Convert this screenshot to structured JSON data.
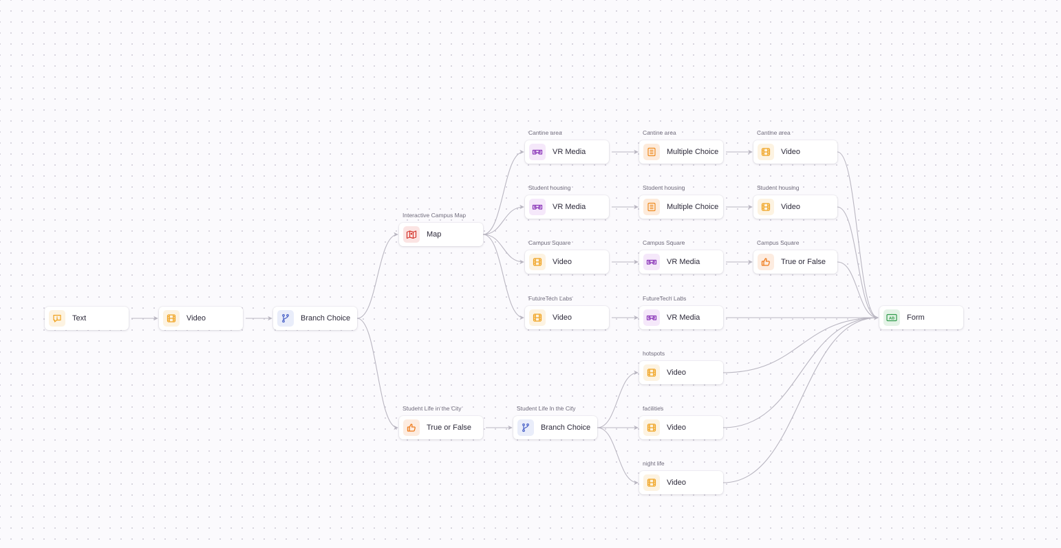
{
  "colors": {
    "video": "#f0a21e",
    "text": "#f0a21e",
    "vr": "#8a35b8",
    "branch": "#4a62c8",
    "map": "#d4332b",
    "truefalse": "#ee7a1a",
    "multiple": "#ee8a1e",
    "form": "#2e9a4a",
    "edge": "#b9b6c1"
  },
  "nodes": [
    {
      "id": "n-text",
      "title": "",
      "label": "Text",
      "icon": "chat-bubble-icon"
    },
    {
      "id": "n-video1",
      "title": "",
      "label": "Video",
      "icon": "film-icon"
    },
    {
      "id": "n-branch1",
      "title": "",
      "label": "Branch Choice",
      "icon": "branch-icon"
    },
    {
      "id": "n-map",
      "title": "Interactive Campus Map",
      "label": "Map",
      "icon": "map-icon"
    },
    {
      "id": "n-tf1",
      "title": "Student Life in the City",
      "label": "True or False",
      "icon": "thumbs-up-icon"
    },
    {
      "id": "n-branch2",
      "title": "Student Life in the City",
      "label": "Branch Choice",
      "icon": "branch-icon"
    },
    {
      "id": "n-vr-cantine",
      "title": "Cantine area",
      "label": "VR Media",
      "icon": "vr-headset-icon"
    },
    {
      "id": "n-vr-housing",
      "title": "Student housing",
      "label": "VR Media",
      "icon": "vr-headset-icon"
    },
    {
      "id": "n-video-square",
      "title": "Campus Square",
      "label": "Video",
      "icon": "film-icon"
    },
    {
      "id": "n-video-labs",
      "title": "FutureTech Labs",
      "label": "Video",
      "icon": "film-icon"
    },
    {
      "id": "n-mc-cantine",
      "title": "Cantine area",
      "label": "Multiple Choice",
      "icon": "list-icon"
    },
    {
      "id": "n-mc-housing",
      "title": "Student housing",
      "label": "Multiple Choice",
      "icon": "list-icon"
    },
    {
      "id": "n-vr-square",
      "title": "Campus Square",
      "label": "VR Media",
      "icon": "vr-headset-icon"
    },
    {
      "id": "n-vr-labs",
      "title": "FutureTech Labs",
      "label": "VR Media",
      "icon": "vr-headset-icon"
    },
    {
      "id": "n-video-hotspots",
      "title": "hotspots",
      "label": "Video",
      "icon": "film-icon"
    },
    {
      "id": "n-video-facilities",
      "title": "facilities",
      "label": "Video",
      "icon": "film-icon"
    },
    {
      "id": "n-video-night",
      "title": "night life",
      "label": "Video",
      "icon": "film-icon"
    },
    {
      "id": "n-video-cantine",
      "title": "Cantine area",
      "label": "Video",
      "icon": "film-icon"
    },
    {
      "id": "n-video-housing",
      "title": "Student housing",
      "label": "Video",
      "icon": "film-icon"
    },
    {
      "id": "n-tf-square",
      "title": "Campus Square",
      "label": "True or False",
      "icon": "thumbs-up-icon"
    },
    {
      "id": "n-form",
      "title": "",
      "label": "Form",
      "icon": "form-icon"
    }
  ],
  "edges": [
    [
      "n-text",
      "n-video1"
    ],
    [
      "n-video1",
      "n-branch1"
    ],
    [
      "n-branch1",
      "n-map"
    ],
    [
      "n-branch1",
      "n-tf1"
    ],
    [
      "n-tf1",
      "n-branch2"
    ],
    [
      "n-map",
      "n-vr-cantine"
    ],
    [
      "n-map",
      "n-vr-housing"
    ],
    [
      "n-map",
      "n-video-square"
    ],
    [
      "n-map",
      "n-video-labs"
    ],
    [
      "n-vr-cantine",
      "n-mc-cantine"
    ],
    [
      "n-vr-housing",
      "n-mc-housing"
    ],
    [
      "n-video-square",
      "n-vr-square"
    ],
    [
      "n-video-labs",
      "n-vr-labs"
    ],
    [
      "n-mc-cantine",
      "n-video-cantine"
    ],
    [
      "n-mc-housing",
      "n-video-housing"
    ],
    [
      "n-vr-square",
      "n-tf-square"
    ],
    [
      "n-branch2",
      "n-video-hotspots"
    ],
    [
      "n-branch2",
      "n-video-facilities"
    ],
    [
      "n-branch2",
      "n-video-night"
    ],
    [
      "n-video-cantine",
      "n-form"
    ],
    [
      "n-video-housing",
      "n-form"
    ],
    [
      "n-tf-square",
      "n-form"
    ],
    [
      "n-vr-labs",
      "n-form"
    ],
    [
      "n-video-hotspots",
      "n-form"
    ],
    [
      "n-video-facilities",
      "n-form"
    ],
    [
      "n-video-night",
      "n-form"
    ]
  ]
}
